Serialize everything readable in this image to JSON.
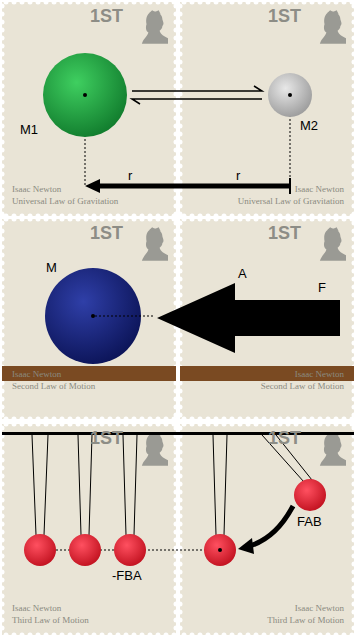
{
  "diagram": {
    "nodes": [
      {
        "text": [
          "1ST",
          "Isaac Newton",
          "Universal Law of Gravitation"
        ]
      },
      {
        "text": [
          "1ST",
          "Isaac Newton",
          "Universal Law of Gravitation"
        ]
      },
      {
        "text": [
          "1ST",
          "Isaac Newton",
          "Second Law of Motion"
        ]
      },
      {
        "text": [
          "1ST",
          "Isaac Newton",
          "Second Law of Motion"
        ]
      },
      {
        "text": [
          "1ST",
          "Isaac Newton",
          "Third Law of Motion"
        ]
      },
      {
        "text": [
          "1ST",
          "Isaac Newton",
          "Third Law of Motion"
        ]
      }
    ],
    "labels": [
      "M1",
      "r",
      "r",
      "M2",
      "M",
      "A",
      "F",
      "-FBA",
      "FAB"
    ]
  }
}
